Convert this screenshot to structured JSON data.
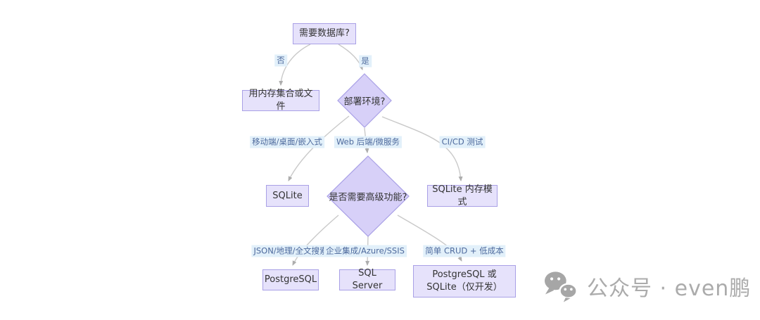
{
  "diagram": {
    "type": "flowchart",
    "nodes": {
      "need_db": {
        "label": "需要数据库?",
        "shape": "rect"
      },
      "memory_file": {
        "label": "用内存集合或文件",
        "shape": "rect"
      },
      "deploy_env": {
        "label": "部署环境?",
        "shape": "diamond"
      },
      "sqlite": {
        "label": "SQLite",
        "shape": "rect"
      },
      "advanced_features": {
        "label": "是否需要高级功能?",
        "shape": "diamond"
      },
      "sqlite_memory": {
        "label": "SQLite 内存模式",
        "shape": "rect"
      },
      "postgresql": {
        "label": "PostgreSQL",
        "shape": "rect"
      },
      "sql_server": {
        "label": "SQL Server",
        "shape": "rect"
      },
      "pg_or_sqlite_dev": {
        "label": "PostgreSQL 或 SQLite（仅开发）",
        "shape": "rect"
      }
    },
    "edges": [
      {
        "from": "need_db",
        "to": "memory_file",
        "label": "否"
      },
      {
        "from": "need_db",
        "to": "deploy_env",
        "label": "是"
      },
      {
        "from": "deploy_env",
        "to": "sqlite",
        "label": "移动端/桌面/嵌入式"
      },
      {
        "from": "deploy_env",
        "to": "advanced_features",
        "label": "Web 后端/微服务"
      },
      {
        "from": "deploy_env",
        "to": "sqlite_memory",
        "label": "CI/CD 测试"
      },
      {
        "from": "advanced_features",
        "to": "postgresql",
        "label": "JSON/地理/全文搜索"
      },
      {
        "from": "advanced_features",
        "to": "sql_server",
        "label": "企业集成/Azure/SSIS"
      },
      {
        "from": "advanced_features",
        "to": "pg_or_sqlite_dev",
        "label": "简单 CRUD + 低成本"
      }
    ],
    "colors": {
      "node_fill": "#e6e2fb",
      "node_border": "#a9a0e6",
      "diamond_fill": "#d7d0f8",
      "node_text": "#333333",
      "edge_color": "#c9c9c9",
      "arrow_color": "#adadad",
      "label_bg": "#e2f0fa",
      "label_text": "#4e6a9d",
      "watermark_color": "#ababab"
    }
  },
  "watermark": {
    "icon": "wechat-icon",
    "text": "公众号 · even鹏"
  }
}
